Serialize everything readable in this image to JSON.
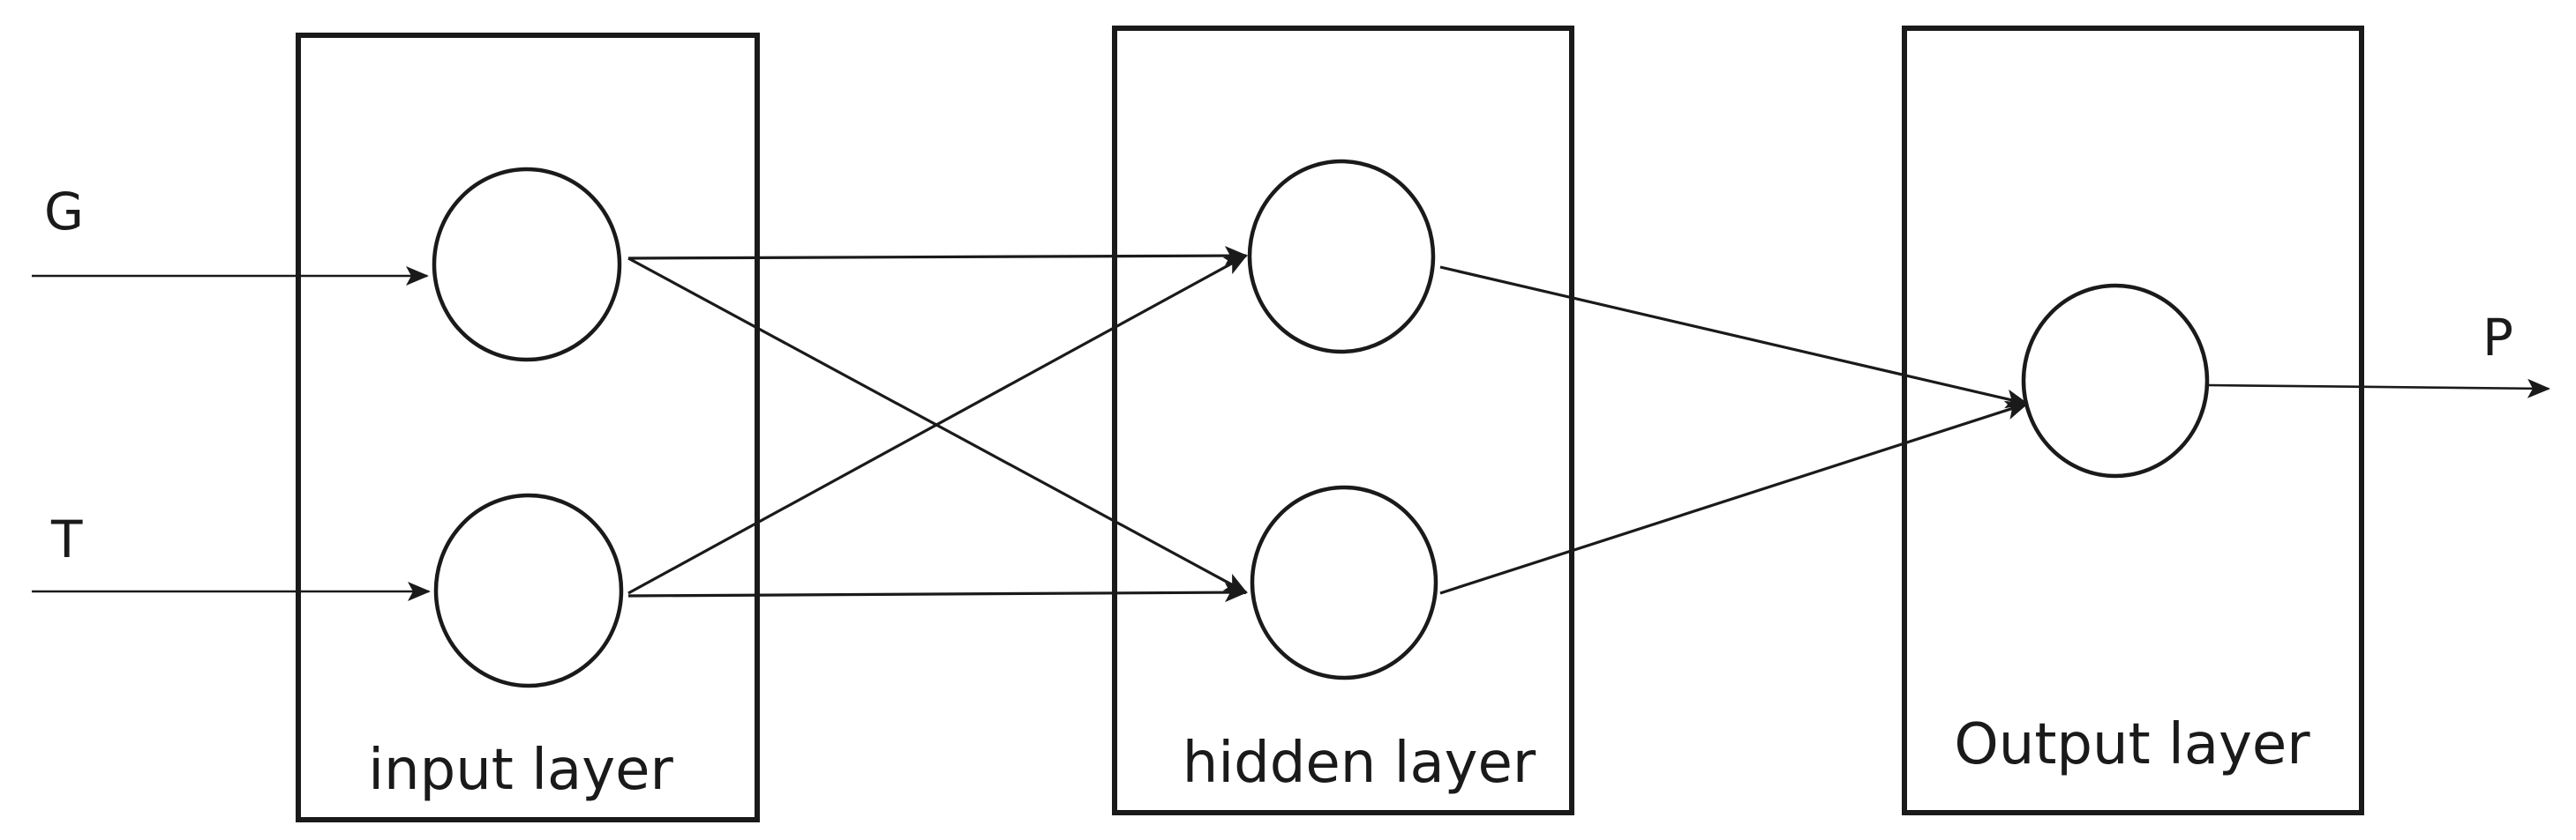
{
  "layers": {
    "input": {
      "label": "input layer"
    },
    "hidden": {
      "label": "hidden layer"
    },
    "output": {
      "label": "Output layer"
    }
  },
  "inputs": {
    "g": "G",
    "t": "T"
  },
  "output": {
    "p": "P"
  }
}
